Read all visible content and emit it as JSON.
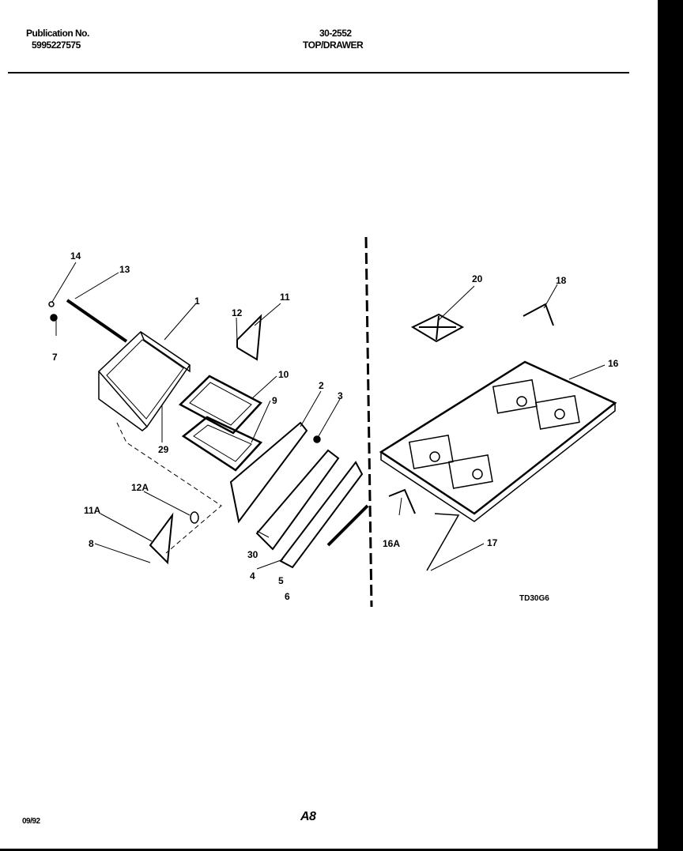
{
  "header": {
    "publication_label": "Publication No.",
    "publication_number": "5995227575",
    "model_code": "30-2552",
    "section_title": "TOP/DRAWER"
  },
  "footer": {
    "date": "09/92",
    "page_code": "A8"
  },
  "diagram": {
    "drawing_code": "TD30G6",
    "callouts": [
      "14",
      "13",
      "1",
      "12",
      "11",
      "7",
      "10",
      "29",
      "9",
      "2",
      "3",
      "12A",
      "11A",
      "8",
      "30",
      "4",
      "5",
      "6",
      "20",
      "18",
      "16",
      "16A",
      "17"
    ]
  }
}
